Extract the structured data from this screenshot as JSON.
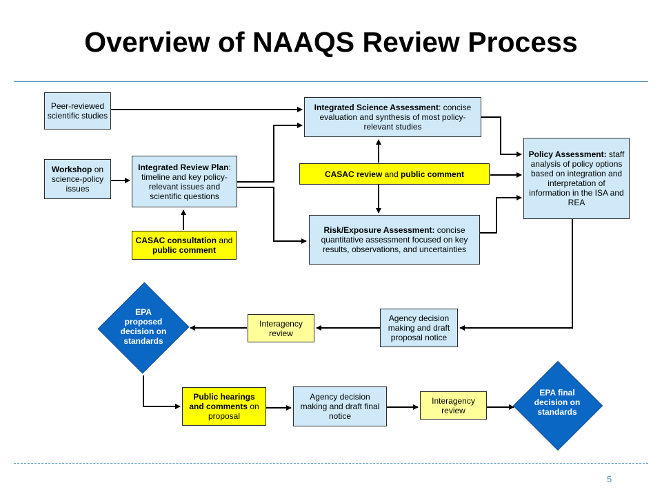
{
  "slide": {
    "title": "Overview of NAAQS Review Process",
    "page_number": "5"
  },
  "colors": {
    "box_blue": "#cfe9f8",
    "box_yellow": "#ffff00",
    "box_pale_yellow": "#ffff99",
    "diamond_blue": "#0a67c4",
    "rule": "#4a8fb8"
  },
  "nodes": {
    "peer_reviewed": {
      "text": "Peer-reviewed scientific studies"
    },
    "workshop": {
      "bold": "Workshop",
      "text": " on science-policy issues"
    },
    "irp": {
      "bold": "Integrated Review Plan",
      "text": ": timeline and key policy-relevant issues and scientific questions"
    },
    "casac_consult": {
      "bold1": "CASAC consultation",
      "mid": " and ",
      "bold2": "public comment"
    },
    "isa": {
      "bold": "Integrated Science Assessment",
      "text": ": concise evaluation and synthesis of most policy-relevant studies"
    },
    "casac_review": {
      "bold1": "CASAC review",
      "mid": " and ",
      "bold2": "public comment"
    },
    "rea": {
      "bold": "Risk/Exposure Assessment:",
      "text": " concise quantitative assessment focused on key results, observations, and uncertainties"
    },
    "pa": {
      "bold": "Policy Assessment:",
      "text": " staff analysis of policy options based on integration and interpretation of information in the ISA and REA"
    },
    "agency_draft_proposal": {
      "text": "Agency decision making and draft proposal notice"
    },
    "interagency_1": {
      "text": "Interagency review"
    },
    "epa_proposed": {
      "text": "EPA proposed decision on standards"
    },
    "public_hearings": {
      "bold": "Public hearings and comments",
      "text": " on proposal"
    },
    "agency_draft_final": {
      "text": "Agency decision making and draft final notice"
    },
    "interagency_2": {
      "text": "Interagency review"
    },
    "epa_final": {
      "text": "EPA final decision on standards"
    }
  }
}
